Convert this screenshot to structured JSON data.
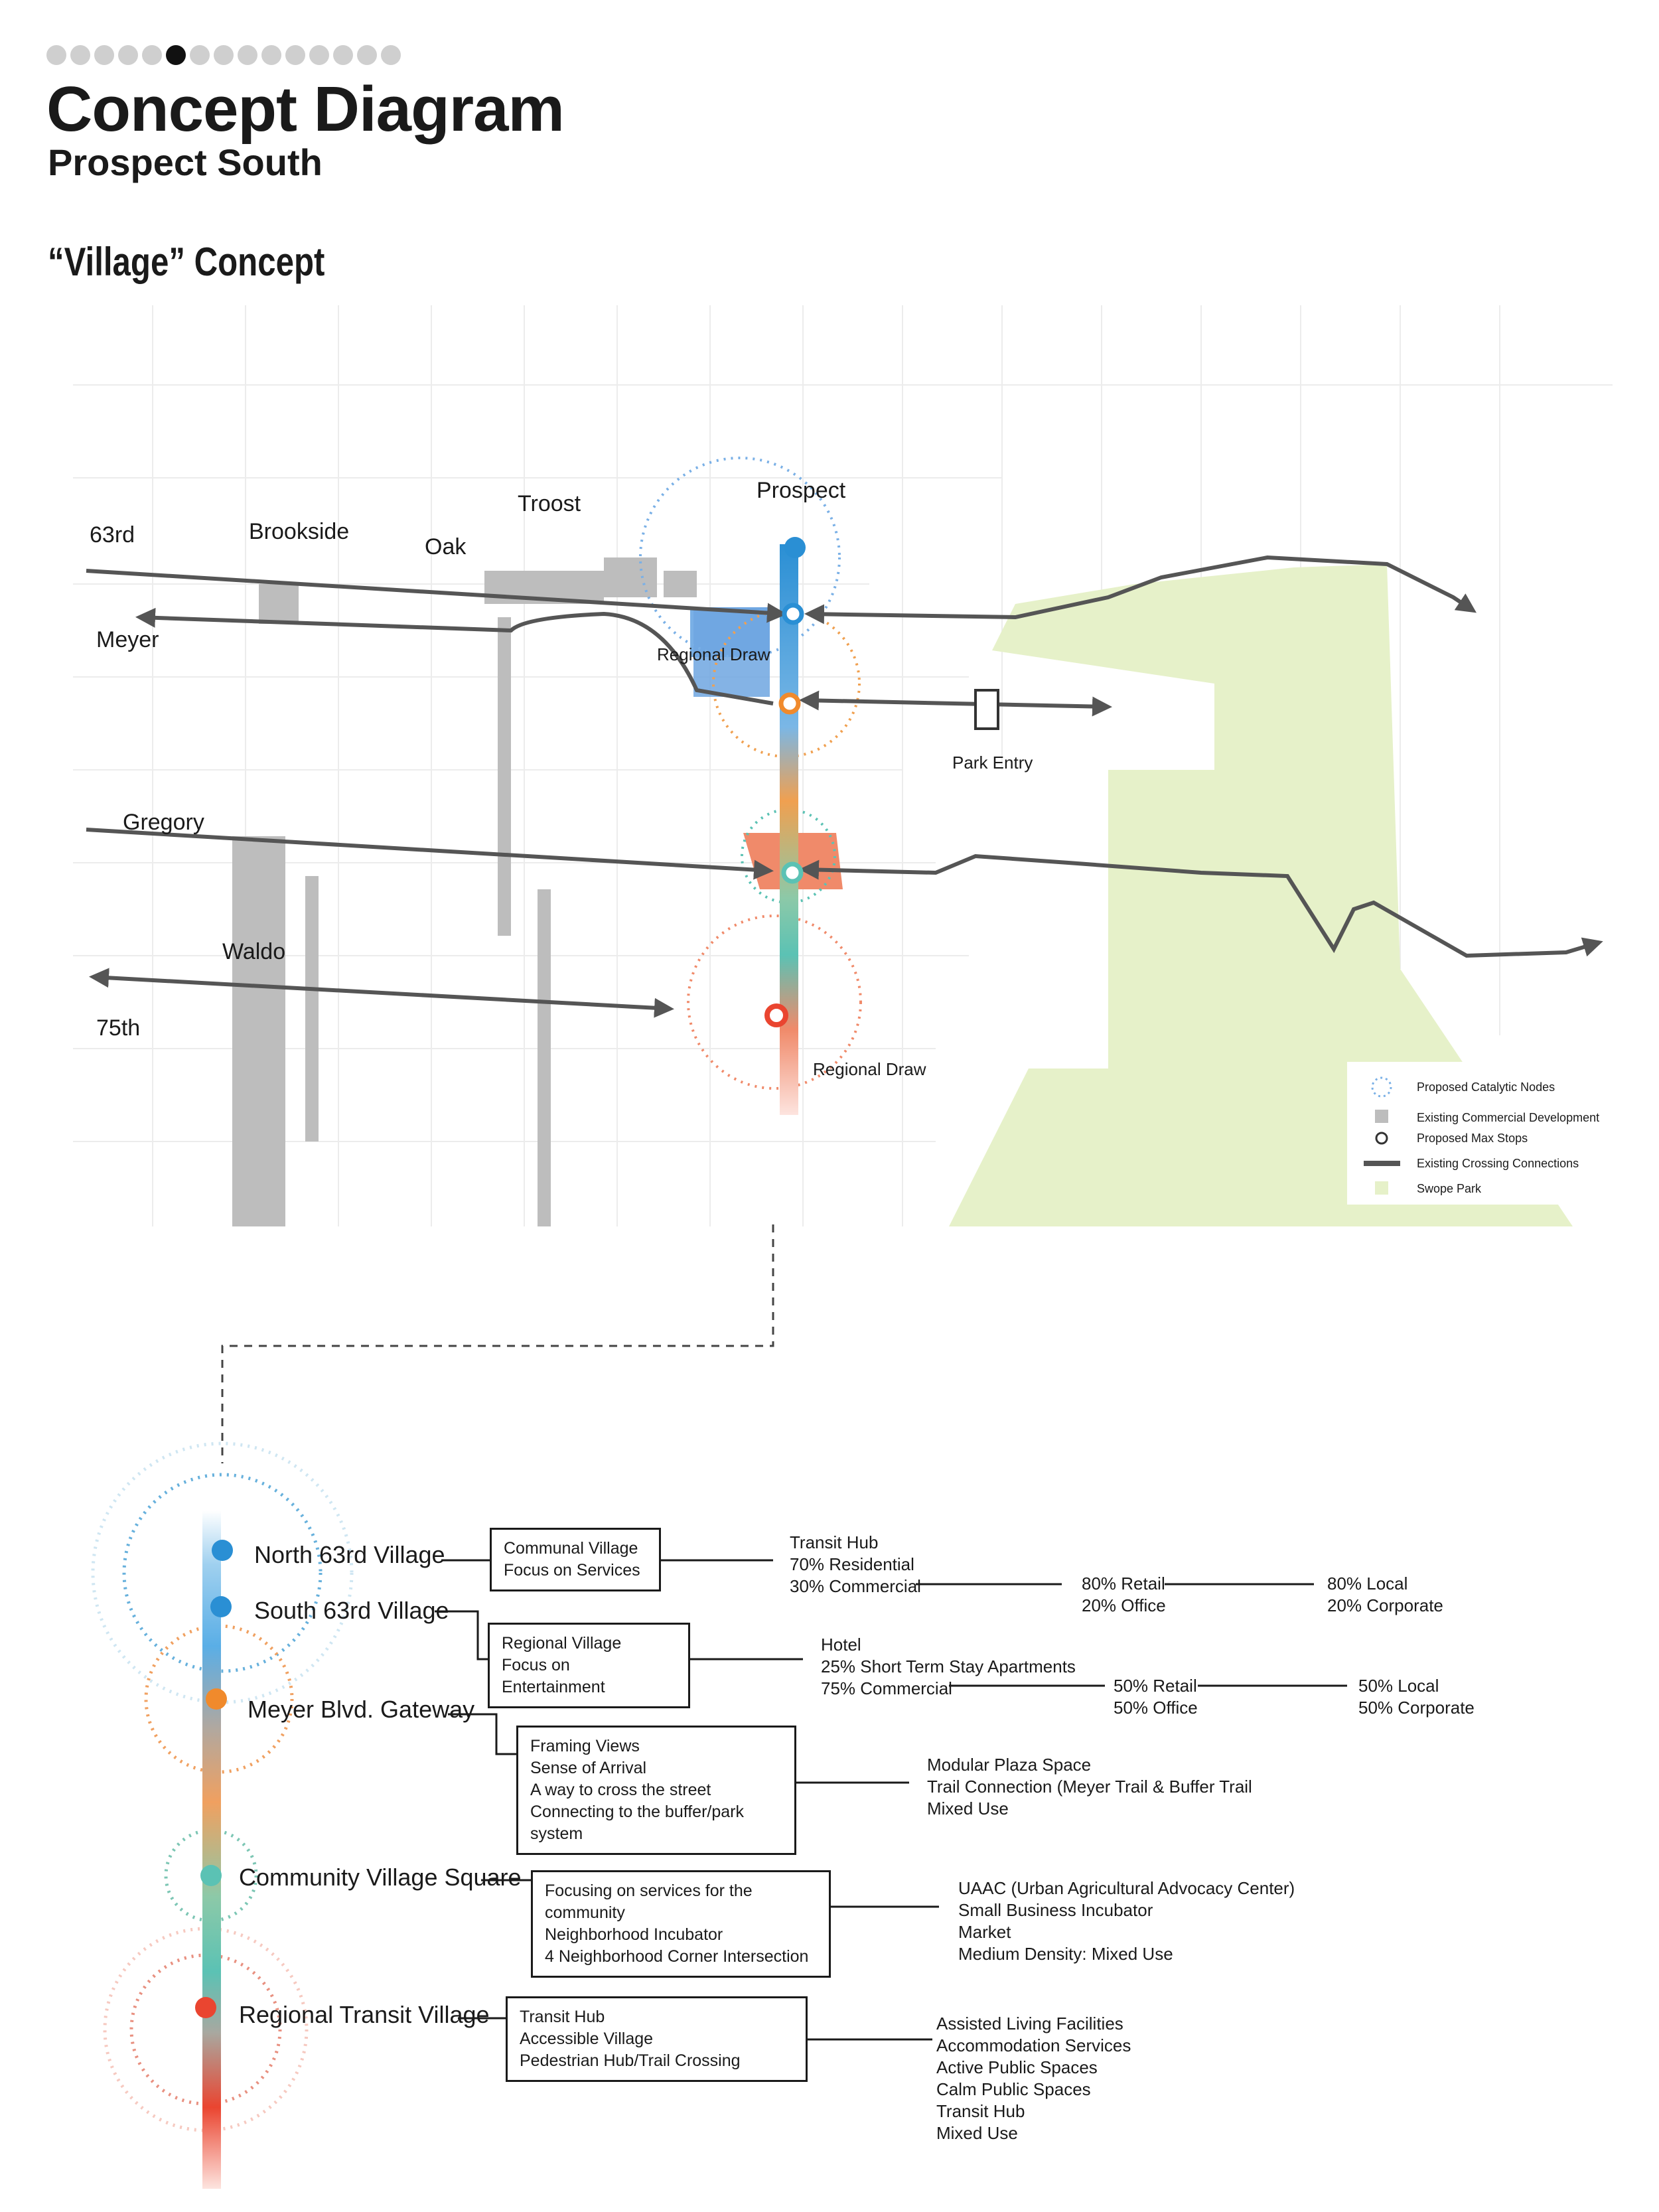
{
  "header": {
    "title": "Concept Diagram",
    "subtitle": "Prospect South",
    "concept_title": "“Village” Concept",
    "page_indicator": {
      "total": 15,
      "active": 5
    }
  },
  "map": {
    "streets": {
      "s63rd": "63rd",
      "meyer": "Meyer",
      "gregory": "Gregory",
      "s75th": "75th",
      "brookside": "Brookside",
      "oak": "Oak",
      "troost": "Troost",
      "prospect": "Prospect",
      "waldo": "Waldo"
    },
    "labels": {
      "regional_draw_north": "Regional Draw",
      "regional_draw_south": "Regional Draw",
      "park_entry": "Park Entry"
    },
    "legend": [
      {
        "name": "catalytic",
        "label": "Proposed Catalytic Nodes"
      },
      {
        "name": "commercial",
        "label": "Existing Commercial Development"
      },
      {
        "name": "stops",
        "label": "Proposed Max Stops"
      },
      {
        "name": "crossing",
        "label": "Existing Crossing Connections"
      },
      {
        "name": "park",
        "label": "Swope Park"
      }
    ],
    "colors": {
      "park": "#e6f1c9",
      "commercial": "#bdbdbd",
      "blue": "#2a8fd4",
      "orange": "#f08a2c",
      "teal": "#5bc2b4",
      "red": "#ea4530",
      "salmon": "#f08a6a",
      "arrow": "#555555"
    }
  },
  "villages": [
    {
      "name": "North 63rd Village",
      "box": [
        "Communal Village",
        "Focus on Services"
      ],
      "details": "Transit Hub\n70% Residential\n30% Commercial",
      "split1": "80% Retail\n20% Office",
      "split2": "80% Local\n20% Corporate"
    },
    {
      "name": "South 63rd Village",
      "box": [
        "Regional Village",
        "Focus on Entertainment"
      ],
      "details": "Hotel\n25% Short Term Stay Apartments\n75% Commercial",
      "split1": "50% Retail\n50% Office",
      "split2": "50% Local\n50% Corporate"
    },
    {
      "name": "Meyer Blvd. Gateway",
      "box": [
        "Framing Views",
        "Sense of Arrival",
        "A way to cross the street",
        "Connecting to the buffer/park system"
      ],
      "details": "Modular Plaza Space\nTrail Connection (Meyer Trail & Buffer Trail\nMixed Use"
    },
    {
      "name": "Community Village Square",
      "box": [
        "Focusing on services for the community",
        "Neighborhood Incubator",
        "4 Neighborhood Corner Intersection"
      ],
      "details": "UAAC (Urban Agricultural Advocacy Center)\nSmall Business Incubator\nMarket\nMedium Density: Mixed Use"
    },
    {
      "name": "Regional Transit Village",
      "box": [
        "Transit Hub",
        "Accessible Village",
        "Pedestrian Hub/Trail Crossing"
      ],
      "details": "Assisted Living Facilities\nAccommodation Services\nActive Public Spaces\nCalm Public Spaces\nTransit Hub\nMixed Use"
    }
  ]
}
